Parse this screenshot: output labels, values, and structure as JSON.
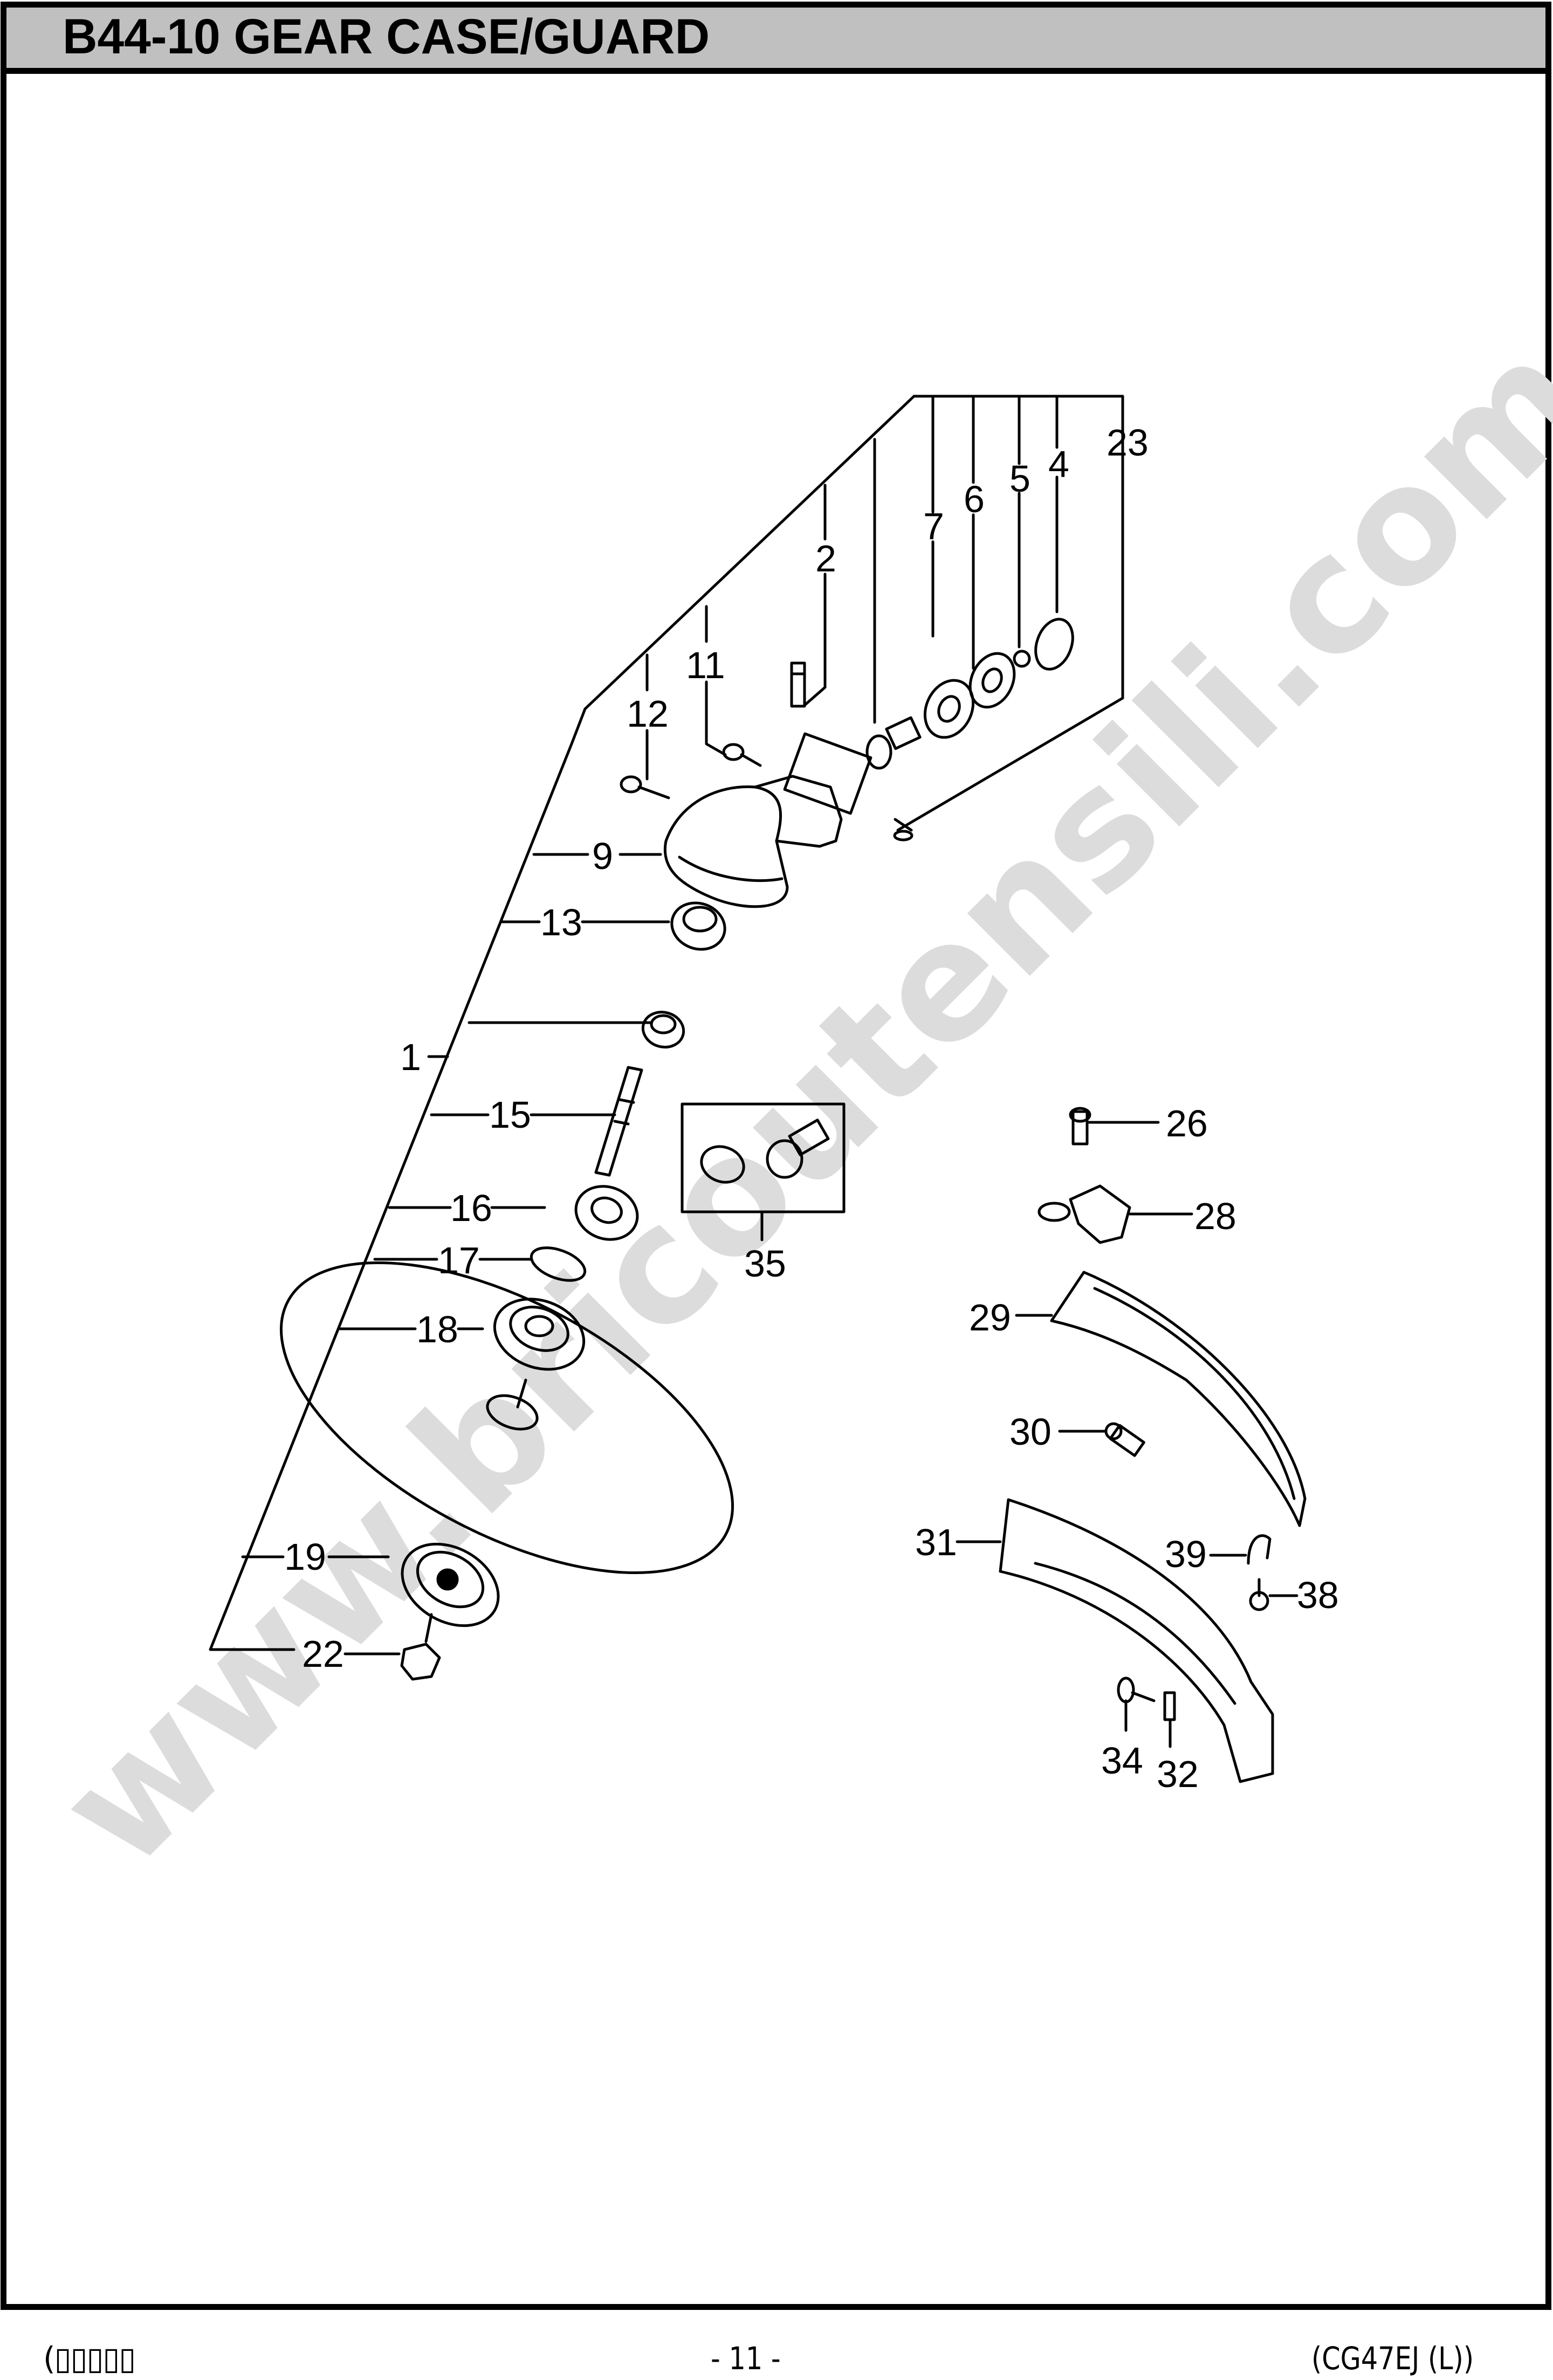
{
  "page": {
    "title": "B44-10 GEAR CASE/GUARD",
    "watermark": "www.bricoutensili.com"
  },
  "colors": {
    "header_bg": "#c0c0c0",
    "border": "#000000",
    "watermark": "#dcdcdc",
    "background": "#ffffff"
  },
  "diagram": {
    "callouts": [
      {
        "id": "23",
        "label": "23"
      },
      {
        "id": "4",
        "label": "4"
      },
      {
        "id": "5",
        "label": "5"
      },
      {
        "id": "6",
        "label": "6"
      },
      {
        "id": "7",
        "label": "7"
      },
      {
        "id": "2",
        "label": "2"
      },
      {
        "id": "11",
        "label": "11"
      },
      {
        "id": "12",
        "label": "12"
      },
      {
        "id": "9",
        "label": "9"
      },
      {
        "id": "13",
        "label": "13"
      },
      {
        "id": "1",
        "label": "1"
      },
      {
        "id": "15",
        "label": "15"
      },
      {
        "id": "16",
        "label": "16"
      },
      {
        "id": "17",
        "label": "17"
      },
      {
        "id": "18",
        "label": "18"
      },
      {
        "id": "35",
        "label": "35"
      },
      {
        "id": "19",
        "label": "19"
      },
      {
        "id": "22",
        "label": "22"
      },
      {
        "id": "26",
        "label": "26"
      },
      {
        "id": "28",
        "label": "28"
      },
      {
        "id": "29",
        "label": "29"
      },
      {
        "id": "30",
        "label": "30"
      },
      {
        "id": "31",
        "label": "31"
      },
      {
        "id": "39",
        "label": "39"
      },
      {
        "id": "38",
        "label": "38"
      },
      {
        "id": "34",
        "label": "34"
      },
      {
        "id": "32",
        "label": "32"
      }
    ]
  },
  "footer": {
    "left": "(▯▯▯▯▯",
    "page_number": "- 11 -",
    "model": "(CG47EJ (L))"
  }
}
